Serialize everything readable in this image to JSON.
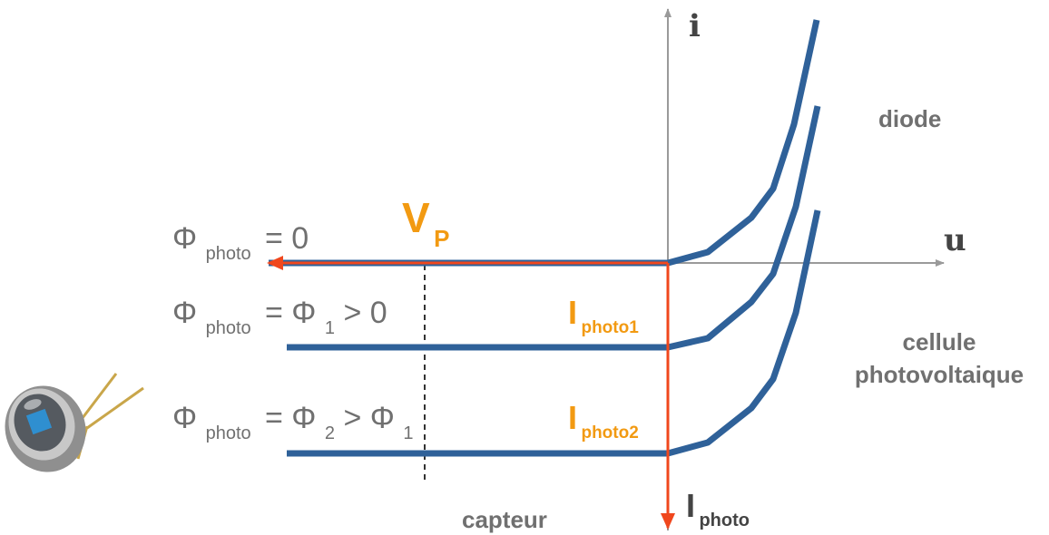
{
  "axes": {
    "current_label": "i",
    "voltage_label": "u"
  },
  "regions": {
    "diode": "diode",
    "cell_line1": "cellule",
    "cell_line2": "photovoltaique",
    "sensor": "capteur"
  },
  "curves": [
    {
      "phi_symbol": "Φ",
      "phi_sub": "photo",
      "rhs": "= 0"
    },
    {
      "phi_symbol": "Φ",
      "phi_sub": "photo",
      "rhs_a": "= Φ",
      "rhs_a_sub": "1",
      "rhs_b": "> 0"
    },
    {
      "phi_symbol": "Φ",
      "phi_sub": "photo",
      "rhs_a": "= Φ",
      "rhs_a_sub": "2",
      "rhs_b": "> Φ",
      "rhs_b_sub": "1"
    }
  ],
  "markers": {
    "vp_main": "V",
    "vp_sub": "P",
    "iphoto1_main": "I",
    "iphoto1_sub": "photo1",
    "iphoto2_main": "I",
    "iphoto2_sub": "photo2",
    "iphoto_main": "I",
    "iphoto_sub": "photo"
  },
  "colors": {
    "curve": "#2f6199",
    "arrow": "#f0471d",
    "highlight": "#f29a12",
    "axis": "#9a9a9a",
    "text": "#707070",
    "dark_text": "#444444"
  }
}
